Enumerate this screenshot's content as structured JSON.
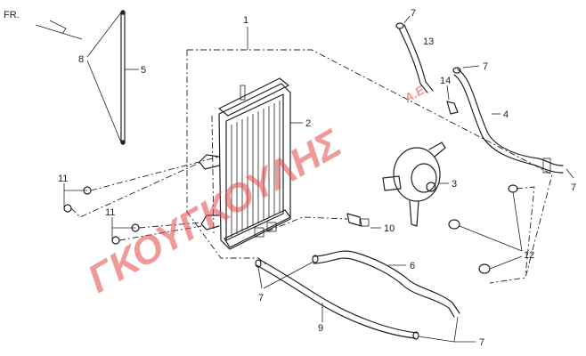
{
  "diagram": {
    "direction_marker": "FR.",
    "watermark": "ΓΚΟΥΓΚΟΥΛΗΣ",
    "watermark_suffix": "Α.Ε.",
    "watermark_color": "#e04646",
    "line_color": "#222222",
    "callouts": {
      "c1": "1",
      "c2": "2",
      "c3": "3",
      "c4": "4",
      "c5": "5",
      "c6": "6",
      "c7a": "7",
      "c7b": "7",
      "c7c": "7",
      "c7d": "7",
      "c7e": "7",
      "c8": "8",
      "c9": "9",
      "c10": "10",
      "c11a": "11",
      "c11b": "11",
      "c12": "12",
      "c13": "13",
      "c14": "14"
    }
  }
}
